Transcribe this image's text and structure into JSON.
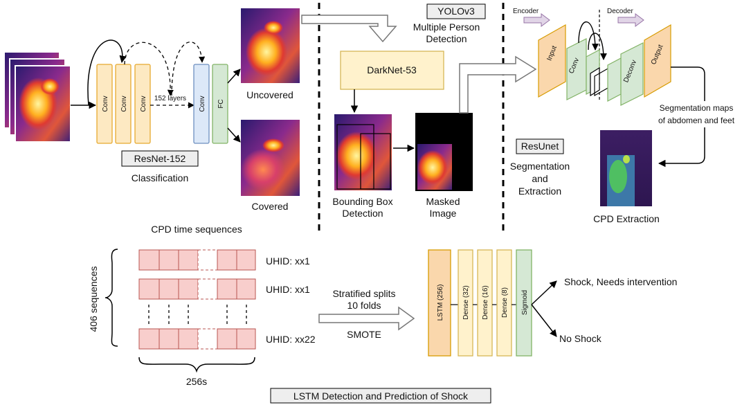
{
  "title": "",
  "resnet": {
    "layers": [
      "Conv",
      "Conv",
      "Conv",
      "Conv"
    ],
    "mid_text": "152 layers",
    "fc": "FC",
    "tag": "ResNet-152",
    "caption": "Classification",
    "out_uncovered": "Uncovered",
    "out_covered": "Covered"
  },
  "yolo": {
    "tag": "YOLOv3",
    "caption_line1": "Multiple Person",
    "caption_line2": "Detection",
    "darknet": "DarkNet-53",
    "bbox_line1": "Bounding Box",
    "bbox_line2": "Detection",
    "masked_line1": "Masked",
    "masked_line2": "Image"
  },
  "resunet": {
    "encoder": "Encoder",
    "decoder": "Decoder",
    "input": "Input",
    "conv": "Conv",
    "deconv": "Deconv",
    "output": "Output",
    "seg_maps_line1": "Segmentation maps",
    "seg_maps_line2": "of abdomen and feet",
    "tag": "ResUnet",
    "caption_line1": "Segmentation",
    "caption_line2": "and",
    "caption_line3": "Extraction",
    "cpd": "CPD Extraction"
  },
  "lstm": {
    "cpd_title": "CPD time sequences",
    "num_sequences": "406 sequences",
    "rows": [
      "UHID: xx1",
      "UHID: xx1",
      "UHID: xx22"
    ],
    "length": "256s",
    "split_line1": "Stratified splits",
    "split_line2": "10 folds",
    "smote": "SMOTE",
    "layers": [
      "LSTM (256)",
      "Dense (32)",
      "Dense (16)",
      "Dense (8)"
    ],
    "sigmoid": "Sigmoid",
    "out_shock": "Shock, Needs intervention",
    "out_noshock": "No Shock",
    "tag": "LSTM Detection and Prediction of Shock"
  },
  "colors": {
    "conv_fill": "#fde9c2",
    "conv_stroke": "#e6a92e",
    "blue_fill": "#dce8f8",
    "blue_stroke": "#6c8ebf",
    "green_fill": "#d5e8d4",
    "green_stroke": "#82b366",
    "orange_fill": "#fad7ac",
    "orange_stroke": "#d79b00",
    "yellow_fill": "#fff2cc",
    "yellow_stroke": "#d6b656",
    "red_fill": "#f8cecc",
    "red_stroke": "#b85450",
    "purple_fill": "#e1d5e7",
    "purple_stroke": "#9673a6",
    "tag_fill": "#eeeeee"
  }
}
